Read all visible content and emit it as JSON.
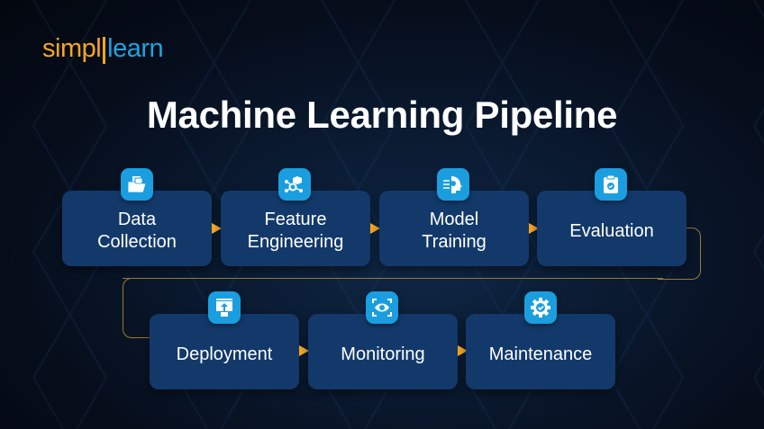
{
  "brand": {
    "logo_part1": "simpl",
    "logo_part2": "learn",
    "primary_color": "#f6a623",
    "secondary_color": "#1fa3e0"
  },
  "title": "Machine Learning Pipeline",
  "colors": {
    "box": "#13396a",
    "icon_bg": "#1a9ee0",
    "arrow": "#f6a623",
    "connector": "#9c7a2e"
  },
  "steps": [
    {
      "label_l1": "Data",
      "label_l2": "Collection",
      "icon": "folder-icon"
    },
    {
      "label_l1": "Feature",
      "label_l2": "Engineering",
      "icon": "network-cube-icon"
    },
    {
      "label_l1": "Model",
      "label_l2": "Training",
      "icon": "ai-head-gear-icon"
    },
    {
      "label_l1": "Evaluation",
      "label_l2": "",
      "icon": "clipboard-check-icon"
    },
    {
      "label_l1": "Deployment",
      "label_l2": "",
      "icon": "upload-screen-icon"
    },
    {
      "label_l1": "Monitoring",
      "label_l2": "",
      "icon": "eye-scan-icon"
    },
    {
      "label_l1": "Maintenance",
      "label_l2": "",
      "icon": "gear-check-icon"
    }
  ]
}
